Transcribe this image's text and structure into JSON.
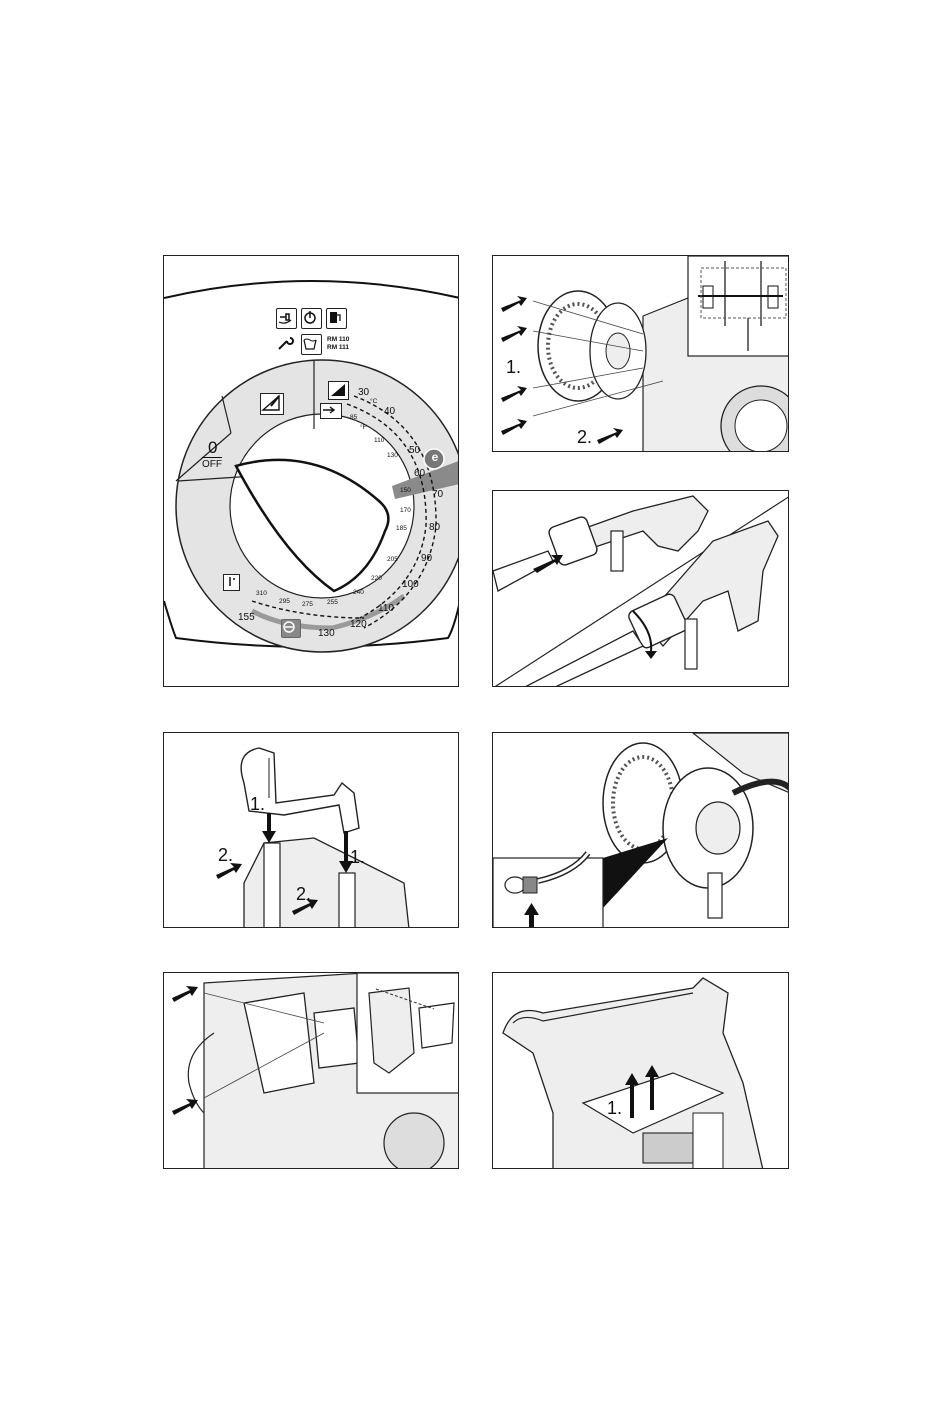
{
  "figure_1": {
    "off_position": {
      "value": "0",
      "label": "OFF"
    },
    "model_labels": [
      "RM 110",
      "RM 111"
    ],
    "eco_symbol": "e",
    "unit_celsius": "°C",
    "unit_fahrenheit": "°F",
    "celsius_scale": [
      "30",
      "40",
      "50",
      "60",
      "70",
      "80",
      "90",
      "100",
      "110",
      "120",
      "130",
      "155"
    ],
    "fahrenheit_scale": [
      "85",
      "110",
      "130",
      "150",
      "170",
      "185",
      "205",
      "220",
      "240",
      "255",
      "275",
      "295",
      "310"
    ],
    "icons": [
      "plug-rotate-icon",
      "power-icon",
      "fuel-icon",
      "wrench-icon",
      "detergent-icon",
      "intensity-icon",
      "nozzle-icon",
      "steam-icon",
      "lance-icon"
    ]
  },
  "figure_2": {
    "step_labels": [
      "1.",
      "2."
    ]
  },
  "figure_4": {
    "step_labels": [
      "1.",
      "2.",
      "1.",
      "2."
    ]
  },
  "figure_7": {
    "step_labels": [
      "1."
    ]
  }
}
